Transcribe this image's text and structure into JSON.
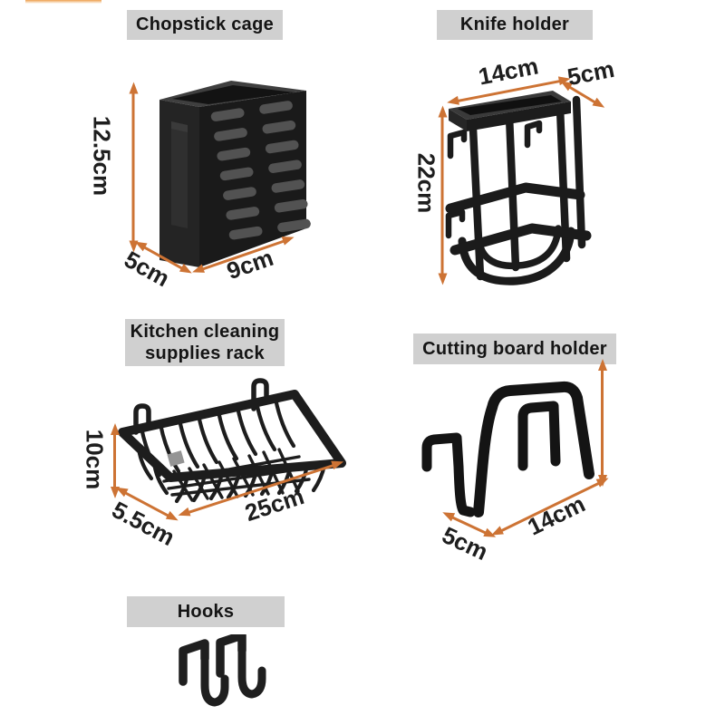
{
  "colors": {
    "background": "#ffffff",
    "arrow": "#cd7334",
    "label_bg": "#d0d0d0",
    "label_text": "#141414",
    "dim_text": "#1e1e1e",
    "product": "#1b1b1b"
  },
  "sections": {
    "chopstick_cage": {
      "label": "Chopstick cage",
      "height": "12.5cm",
      "depth": "5cm",
      "width": "9cm"
    },
    "knife_holder": {
      "label": "Knife holder",
      "width": "14cm",
      "depth": "5cm",
      "height": "22cm"
    },
    "cleaning_rack": {
      "label_line1": "Kitchen cleaning",
      "label_line2": "supplies rack",
      "height": "10cm",
      "depth": "5.5cm",
      "width": "25cm"
    },
    "cutting_board_holder": {
      "label": "Cutting board holder",
      "depth": "5cm",
      "width": "14cm"
    },
    "hooks": {
      "label": "Hooks"
    }
  }
}
